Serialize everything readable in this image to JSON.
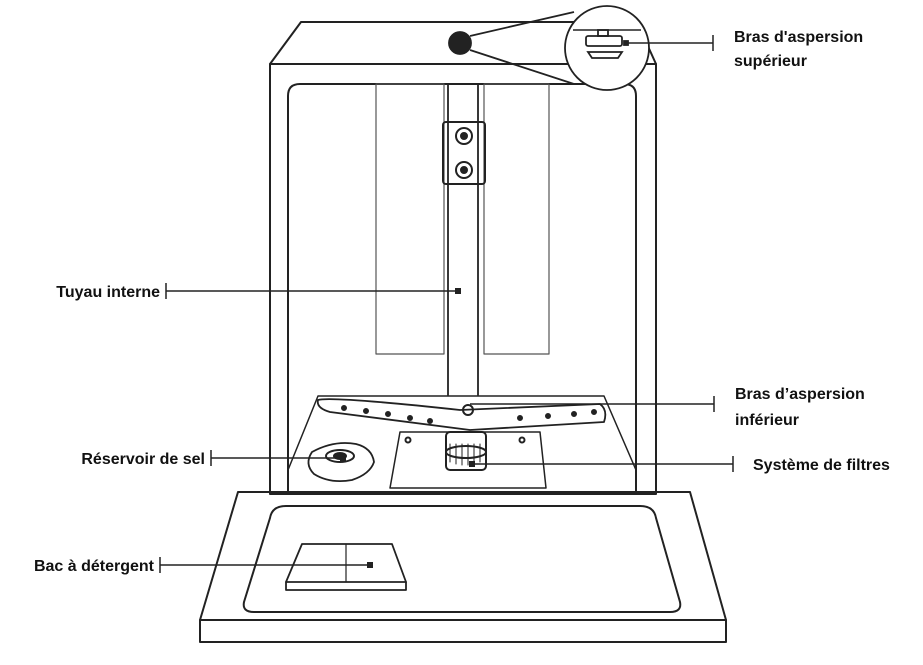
{
  "labels": {
    "upper_arm_1": "Bras d'aspersion",
    "upper_arm_2": "supérieur",
    "inner_pipe": "Tuyau interne",
    "lower_arm_1": "Bras d’aspersion",
    "lower_arm_2": "inférieur",
    "salt_reservoir": "Réservoir de sel",
    "filter_system": "Système de filtres",
    "detergent_tray": "Bac à détergent"
  },
  "colors": {
    "line": "#222222",
    "fill": "#ffffff"
  }
}
